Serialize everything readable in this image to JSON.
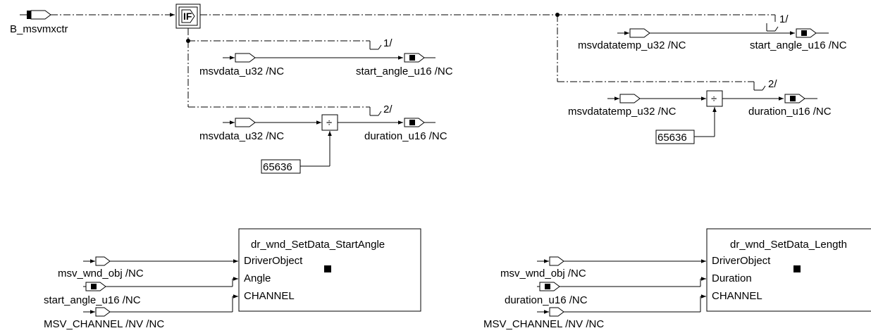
{
  "top_input": {
    "label": "B_msvmxctr"
  },
  "if_block": {
    "label": "IF"
  },
  "left_branch1": {
    "index": "1/",
    "src": "msvdata_u32 /NC",
    "dst": "start_angle_u16 /NC"
  },
  "left_branch2": {
    "index": "2/",
    "src": "msvdata_u32 /NC",
    "dst": "duration_u16 /NC",
    "divisor": "65636",
    "op": "÷"
  },
  "right_branch1": {
    "index": "1/",
    "src": "msvdatatemp_u32 /NC",
    "dst": "start_angle_u16 /NC"
  },
  "right_branch2": {
    "index": "2/",
    "src": "msvdatatemp_u32 /NC",
    "dst": "duration_u16 /NC",
    "divisor": "65636",
    "op": "÷"
  },
  "call_left": {
    "title": "dr_wnd_SetData_StartAngle",
    "ports": [
      "DriverObject",
      "Angle",
      "CHANNEL"
    ],
    "inputs": [
      "msv_wnd_obj /NC",
      "start_angle_u16 /NC",
      "MSV_CHANNEL /NV /NC"
    ]
  },
  "call_right": {
    "title": "dr_wnd_SetData_Length",
    "ports": [
      "DriverObject",
      "Duration",
      "CHANNEL"
    ],
    "inputs": [
      "msv_wnd_obj /NC",
      "duration_u16 /NC",
      "MSV_CHANNEL /NV /NC"
    ]
  }
}
